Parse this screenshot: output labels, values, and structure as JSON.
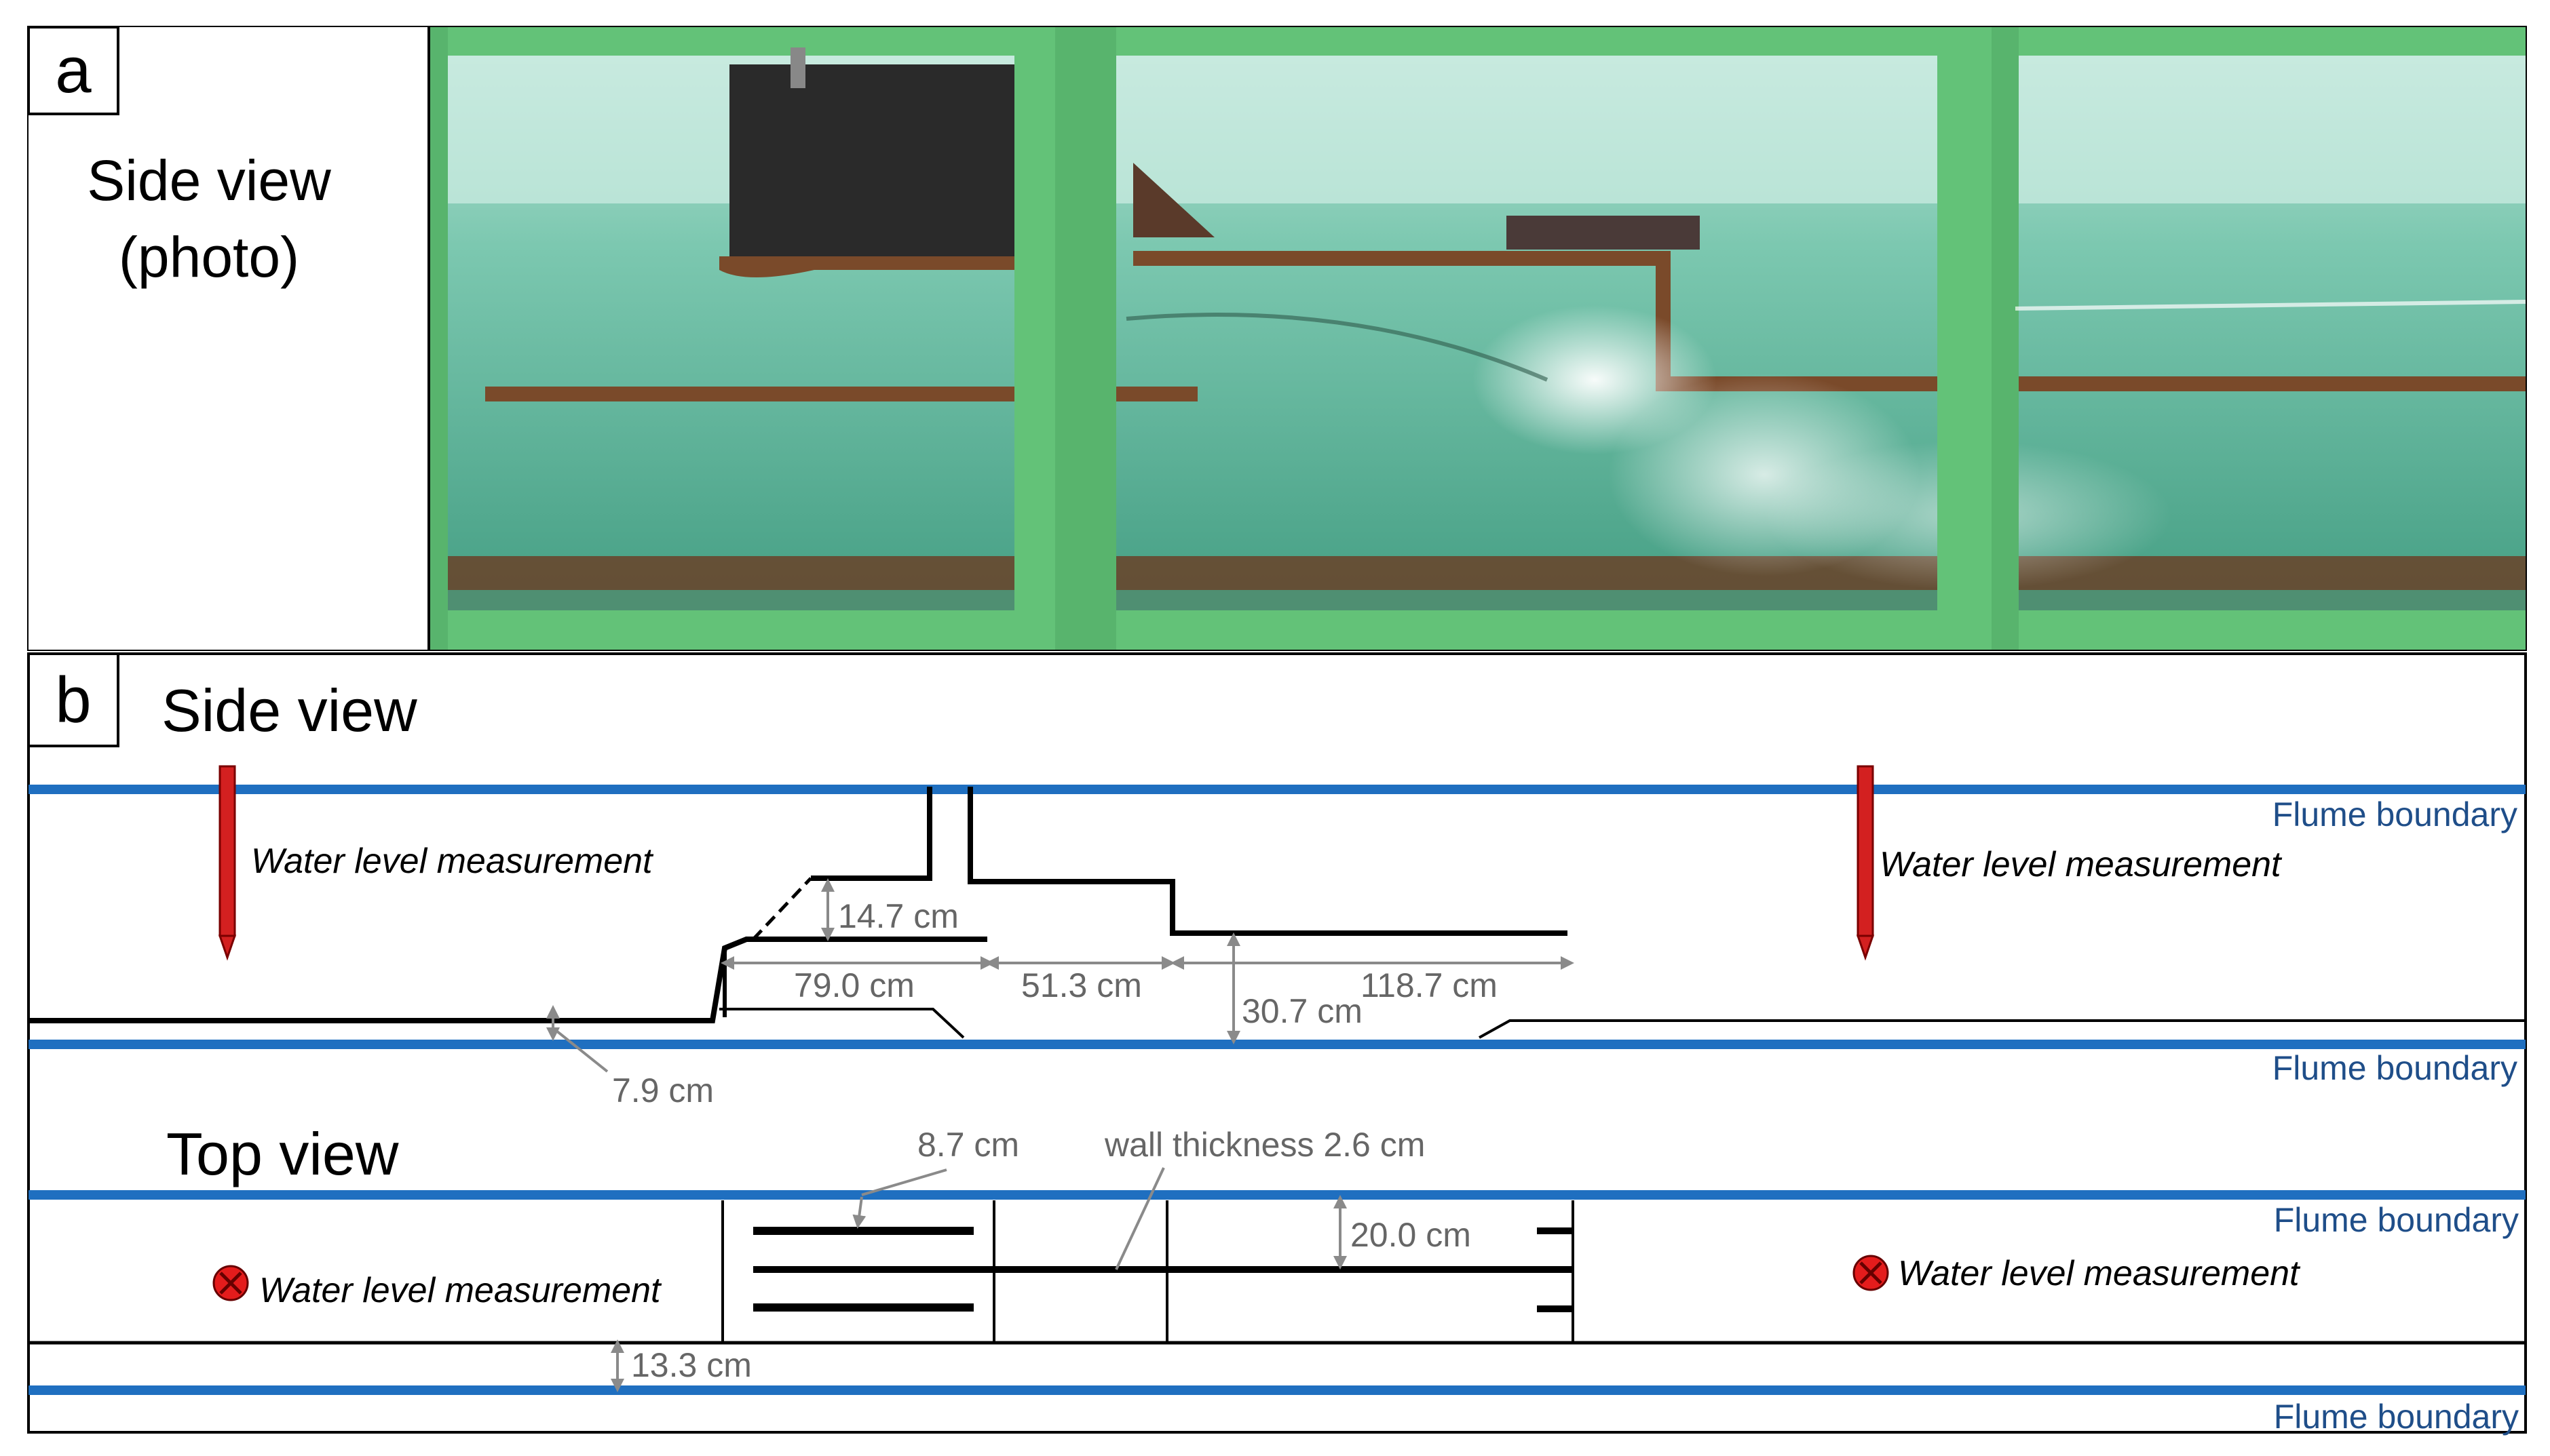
{
  "panel_a": {
    "label": "a",
    "caption_line1": "Side view",
    "caption_line2": "(photo)"
  },
  "panel_b": {
    "label": "b",
    "side_view_title": "Side view",
    "top_view_title": "Top view",
    "flume_boundary": "Flume boundary",
    "water_level": "Water level measurement",
    "dims": {
      "d14_7": "14.7 cm",
      "d79_0": "79.0 cm",
      "d51_3": "51.3 cm",
      "d118_7": "118.7 cm",
      "d30_7": "30.7 cm",
      "d7_9": "7.9 cm",
      "d8_7": "8.7 cm",
      "wall": "wall thickness 2.6 cm",
      "d20_0": "20.0 cm",
      "d13_3": "13.3 cm"
    }
  },
  "colors": {
    "flume_line": "#1f6fc0",
    "flume_text": "#1f4e89",
    "probe_red": "#d32020",
    "dim_gray": "#8a8a8a",
    "frame_green": "#63c278",
    "water": "#5fb59a"
  }
}
